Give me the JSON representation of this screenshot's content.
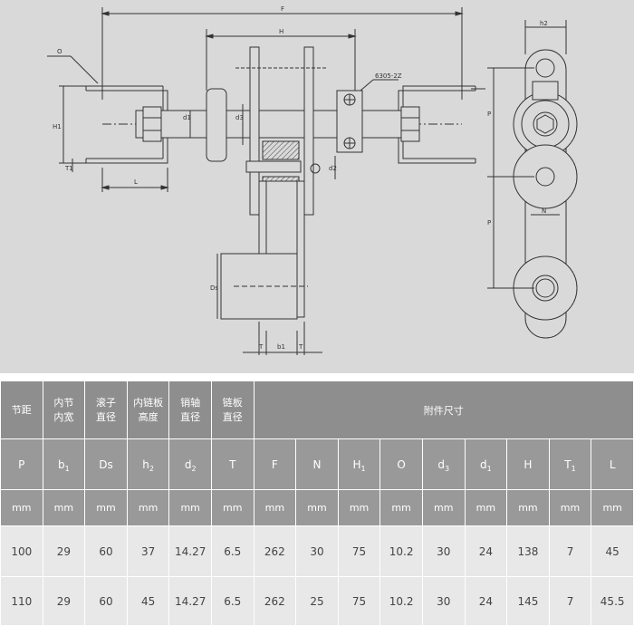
{
  "drawing": {
    "labels": {
      "F": "F",
      "H": "H",
      "O": "O",
      "H1": "H1",
      "T1": "T1",
      "L": "L",
      "d1": "d1",
      "d3": "d3",
      "d2": "d2",
      "Ds": "Ds",
      "T": "T",
      "b1": "b1",
      "h2": "h2",
      "P1": "P",
      "P2": "P",
      "N": "N",
      "bearing": "6305-2Z"
    }
  },
  "table": {
    "headers": [
      {
        "lines": [
          "节距"
        ]
      },
      {
        "lines": [
          "内节",
          "内宽"
        ]
      },
      {
        "lines": [
          "滚子",
          "直径"
        ]
      },
      {
        "lines": [
          "内链板",
          "高度"
        ]
      },
      {
        "lines": [
          "销轴",
          "直径"
        ]
      },
      {
        "lines": [
          "链板",
          "直径"
        ]
      }
    ],
    "attachment_header": "附件尺寸",
    "symbols": [
      {
        "base": "P",
        "sub": ""
      },
      {
        "base": "b",
        "sub": "1"
      },
      {
        "base": "Ds",
        "sub": ""
      },
      {
        "base": "h",
        "sub": "2"
      },
      {
        "base": "d",
        "sub": "2"
      },
      {
        "base": "T",
        "sub": ""
      },
      {
        "base": "F",
        "sub": ""
      },
      {
        "base": "N",
        "sub": ""
      },
      {
        "base": "H",
        "sub": "1"
      },
      {
        "base": "O",
        "sub": ""
      },
      {
        "base": "d",
        "sub": "3"
      },
      {
        "base": "d",
        "sub": "1"
      },
      {
        "base": "H",
        "sub": ""
      },
      {
        "base": "T",
        "sub": "1"
      },
      {
        "base": "L",
        "sub": ""
      }
    ],
    "units": [
      "mm",
      "mm",
      "mm",
      "mm",
      "mm",
      "mm",
      "mm",
      "mm",
      "mm",
      "mm",
      "mm",
      "mm",
      "mm",
      "mm",
      "mm"
    ],
    "rows": [
      [
        "100",
        "29",
        "60",
        "37",
        "14.27",
        "6.5",
        "262",
        "30",
        "75",
        "10.2",
        "30",
        "24",
        "138",
        "7",
        "45"
      ],
      [
        "110",
        "29",
        "60",
        "45",
        "14.27",
        "6.5",
        "262",
        "25",
        "75",
        "10.2",
        "30",
        "24",
        "145",
        "7",
        "45.5"
      ]
    ]
  }
}
